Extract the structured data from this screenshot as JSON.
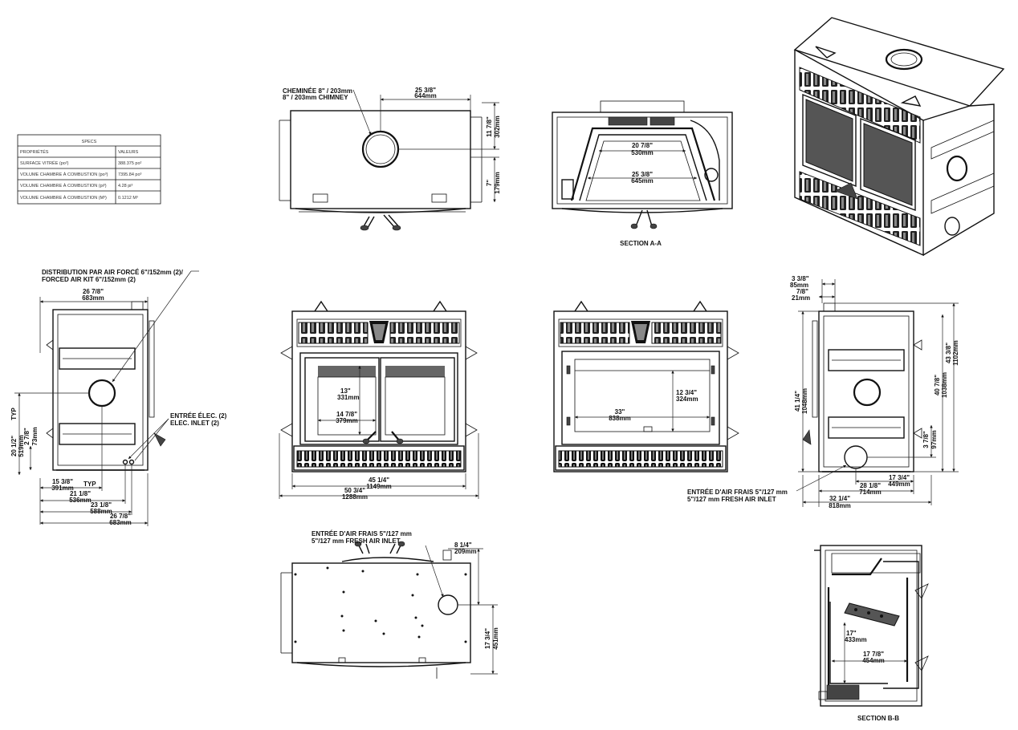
{
  "specs_table": {
    "title": "SPECS",
    "headers": [
      "PROPRIÉTÉS",
      "VALEURS"
    ],
    "rows": [
      [
        "SURFACE VITRÉE (po²)",
        "388.375 po²"
      ],
      [
        "VOLUME CHAMBRE À COMBUSTION (po³)",
        "7395.84 po³"
      ],
      [
        "VOLUME CHAMBRE À COMBUSTION (pi³)",
        "4.28 pi³"
      ],
      [
        "VOLUME CHAMBRE À COMBUSTION (M³)",
        "0.1212 M³"
      ]
    ]
  },
  "top_view": {
    "chimney_fr": "CHEMINÉE 8\" / 203mm",
    "chimney_en": "8\" / 203mm CHIMNEY",
    "dim_width_in": "25  3/8\"",
    "dim_width_mm": "644mm",
    "dim_a_in": "11 7/8\"",
    "dim_a_mm": "302mm",
    "dim_b_in": "7\"",
    "dim_b_mm": "179mm"
  },
  "section_aa": {
    "caption": "SECTION A-A",
    "dim_top_in": "20  7/8\"",
    "dim_top_mm": "530mm",
    "dim_bot_in": "25  3/8\"",
    "dim_bot_mm": "645mm"
  },
  "side_left": {
    "forced_air_fr": "DISTRIBUTION PAR AIR FORCÉ 6\"/152mm (2)/",
    "forced_air_en": "FORCED AIR KIT 6\"/152mm (2)",
    "elec_fr": "ENTRÉE ÉLEC. (2)",
    "elec_en": "ELEC. INLET (2)",
    "dim_top_in": "26  7/8\"",
    "dim_top_mm": "683mm",
    "dim_h_in": "20 1/2\"",
    "dim_h_mm": "519mm",
    "typ_1": "TYP",
    "dim_s_in": "2 7/8\"",
    "dim_s_mm": "73mm",
    "dim_1_in": "15  3/8\"",
    "dim_1_typ": "TYP",
    "dim_1_mm": "391mm",
    "dim_2_in": "21  1/8\"",
    "dim_2_mm": "536mm",
    "dim_3_in": "23  1/8\"",
    "dim_3_mm": "588mm",
    "dim_4_in": "26  7/8\"",
    "dim_4_mm": "683mm"
  },
  "front_doors": {
    "dim_h_in": "13\"",
    "dim_h_mm": "331mm",
    "dim_w_in": "14  7/8\"",
    "dim_w_mm": "379mm",
    "dim_1_in": "45  1/4\"",
    "dim_1_mm": "1149mm",
    "dim_2_in": "50  3/4\"",
    "dim_2_mm": "1288mm"
  },
  "front_glass": {
    "dim_h_in": "12  3/4\"",
    "dim_h_mm": "324mm",
    "dim_w_in": "33\"",
    "dim_w_mm": "838mm"
  },
  "side_right": {
    "dim_a_in": "3  3/8\"",
    "dim_a_mm": "85mm",
    "dim_b_in": "7/8\"",
    "dim_b_mm": "21mm",
    "dim_h1_in": "41  1/4\"",
    "dim_h1_mm": "1048mm",
    "dim_h2_in": "40  7/8\"",
    "dim_h2_mm": "1038mm",
    "dim_h3_in": "43  3/8\"",
    "dim_h3_mm": "1102mm",
    "dim_s_in": "3 7/8\"",
    "dim_s_mm": "97mm",
    "dim_1_in": "17  3/4\"",
    "dim_1_mm": "449mm",
    "dim_2_in": "28  1/8\"",
    "dim_2_mm": "714mm",
    "dim_3_in": "32  1/4\"",
    "dim_3_mm": "818mm",
    "fresh_fr": "ENTRÉE D'AIR FRAIS 5\"/127 mm",
    "fresh_en": "5\"/127 mm FRESH AIR INLET"
  },
  "bottom_view": {
    "fresh_fr": "ENTRÉE D'AIR FRAIS 5\"/127 mm",
    "fresh_en": "5\"/127 mm FRESH AIR INLET",
    "dim_a_in": "8  1/4\"",
    "dim_a_mm": "209mm",
    "dim_b_in": "17  3/4\"",
    "dim_b_mm": "451mm"
  },
  "section_bb": {
    "caption": "SECTION B-B",
    "dim_a_in": "17\"",
    "dim_a_mm": "433mm",
    "dim_b_in": "17  7/8\"",
    "dim_b_mm": "454mm"
  }
}
